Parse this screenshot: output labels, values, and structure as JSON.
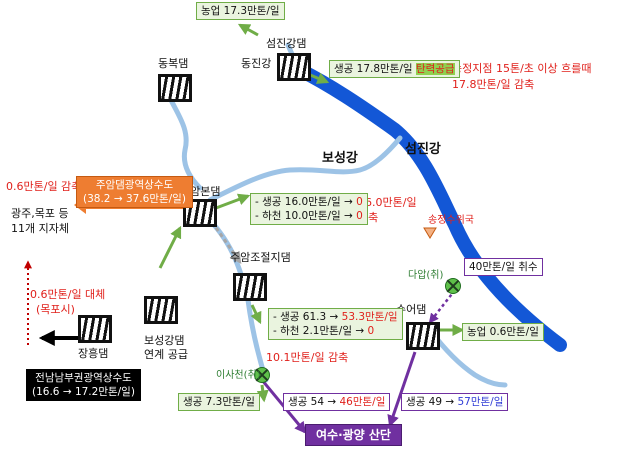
{
  "rivers": {
    "seomjin": "섬진강",
    "boseong": "보성강"
  },
  "points": {
    "songjeong": "송정수위국"
  },
  "dams": {
    "seomjin": "섬진강댐",
    "dongbok": "동복댐",
    "juam_main": "주암본댐",
    "juam_regulating": "주암조절지댐",
    "boseong": "보성강댐",
    "boseong_sub": "연계 공급",
    "jangheung": "장흥댐",
    "sueo": "수어댐"
  },
  "labels": {
    "dongjin": "동진강",
    "gwangju_1": "광주,목포 등",
    "gwangju_2": "11개 지자체",
    "seomjin_note_1": "송정지점 15톤/초 이상 흐를때",
    "seomjin_note_2": "17.8만톤/일 감축",
    "juam_reduce_top": "0.6만톤/일 감축",
    "juam_reduce_right_1": "26.0만톤/일",
    "juam_reduce_right_2": "감축",
    "regulating_reduce": "10.1만톤/일 감축",
    "jangheung_1": "0.6만톤/일 대체",
    "jangheung_2": "(목포시)",
    "idaep": "다압(취)",
    "isacheon": "이사천(취)"
  },
  "boxes": {
    "agriculture_top": "농업 17.3만톤/일",
    "seomjin_supply_prefix": "생공 17.8만톤/일",
    "seomjin_supply_flex": "탄력공급",
    "juam_line_1_prefix": "- 생공 16.0만톤/일 →",
    "juam_line_1_value": "0",
    "juam_line_2_prefix": "- 하천 10.0만톤/일 →",
    "juam_line_2_value": "0",
    "reg_line_1_prefix": "- 생공 61.3 →",
    "reg_line_1_value": "53.3만톤/일",
    "reg_line_2_prefix": "- 하천  2.1만톤/일 →",
    "reg_line_2_value": "0",
    "intake_40": "40만톤/일 취수",
    "agri_sueo": "농업 0.6만톤/일",
    "saenggong_73": "생공 7.3만톤/일",
    "isa_supply_prefix": "생공 54 →",
    "isa_supply_value": "46만톤/일",
    "sueo_supply_prefix": "생공 49 →",
    "sueo_supply_value": "57만톤/일",
    "industrial": "여수·광양 산단",
    "orange_title": "주암댐광역상수도",
    "orange_value": "(38.2 → 37.6만톤/일)",
    "black_title": "전남남부권광역상수도",
    "black_value": "(16.6 → 17.2만톤/일)"
  },
  "colors": {
    "river": "#1357d6",
    "tributary": "#9dc3e6",
    "arrow_green": "#70ad47",
    "arrow_purple": "#7030a0",
    "reduce": "#e0201b"
  }
}
